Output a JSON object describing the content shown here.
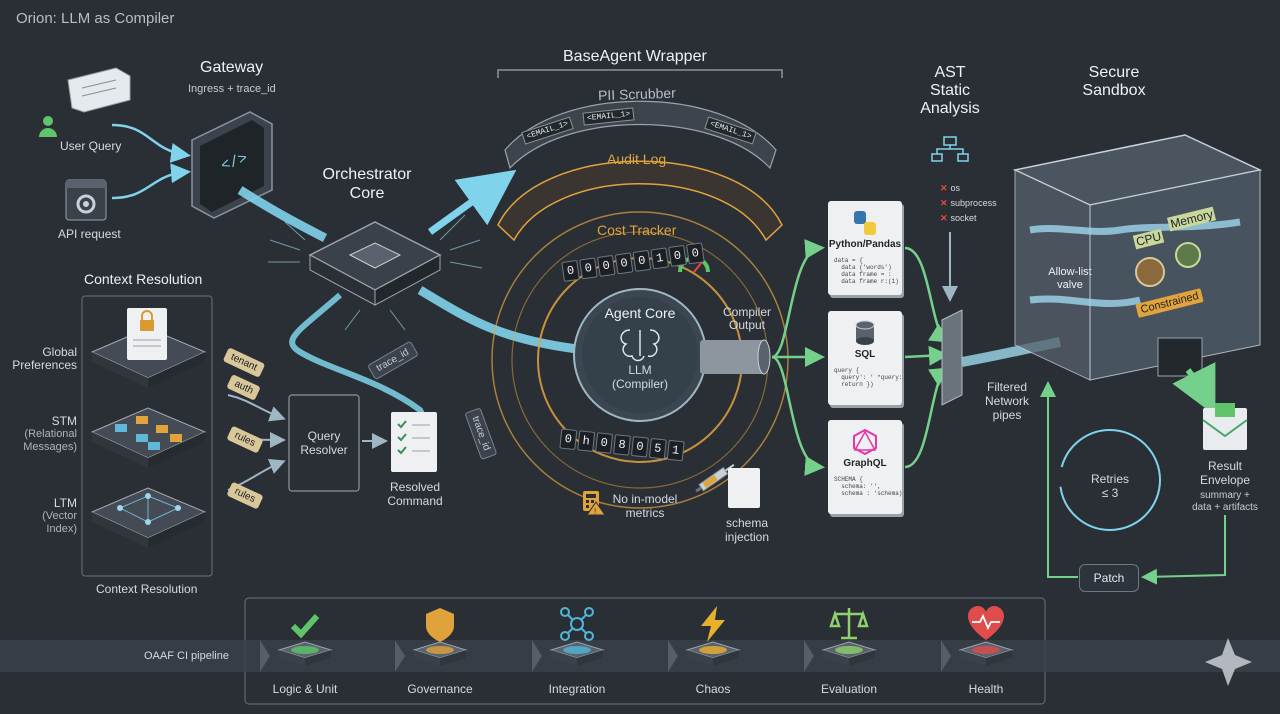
{
  "title": "Orion: LLM as Compiler",
  "gateway": {
    "title": "Gateway",
    "subtitle": "Ingress + trace_id",
    "code_glyph": "</>"
  },
  "inputs": {
    "user_query": "User Query",
    "api_request": "API request"
  },
  "orchestrator": {
    "title_line1": "Orchestrator",
    "title_line2": "Core"
  },
  "context_resolution": {
    "title": "Context Resolution",
    "footer": "Context Resolution",
    "layers": [
      {
        "label_line1": "Global",
        "label_line2": "Preferences",
        "detail_line1": "",
        "detail_line2": ""
      },
      {
        "label_line1": "STM",
        "label_line2": "",
        "detail_line1": "(Relational",
        "detail_line2": "Messages)"
      },
      {
        "label_line1": "LTM",
        "label_line2": "",
        "detail_line1": "(Vector",
        "detail_line2": "Index)"
      }
    ],
    "tags": [
      "tenant",
      "auth",
      "rules",
      "rules"
    ]
  },
  "query_resolver": {
    "line1": "Query",
    "line2": "Resolver"
  },
  "resolved_command": {
    "line1": "Resolved",
    "line2": "Command"
  },
  "trace_id_tags": [
    "trace_id",
    "trace_id"
  ],
  "wrapper": {
    "title": "BaseAgent Wrapper",
    "pii_scrubber": "PII Scrubber",
    "email_tokens": [
      "<EMAIL_1>",
      "<EMAIL_1>",
      "<EMAIL_1>"
    ],
    "audit_log": "Audit Log",
    "cost_tracker": "Cost Tracker",
    "counter_top": [
      "0",
      "0",
      "0",
      "0",
      "0",
      "1",
      "0",
      "0"
    ],
    "counter_bottom": [
      "0",
      "h",
      "0",
      "8",
      "0",
      "5",
      "1"
    ],
    "no_metrics_line1": "No in-model",
    "no_metrics_line2": "metrics",
    "schema_injection_line1": "schema",
    "schema_injection_line2": "injection"
  },
  "agent_core": {
    "title": "Agent Core",
    "llm": "LLM",
    "compiler": "(Compiler)",
    "output_line1": "Compiler",
    "output_line2": "Output"
  },
  "outputs": [
    {
      "title": "Python/Pandas",
      "code": "data = {\n  data ('words')\n  data frame = :\n  data frame r:(1)"
    },
    {
      "title": "SQL",
      "code": "query {\n  query': ' *query:\n  return })"
    },
    {
      "title": "GraphQL",
      "code": "SCHEMA {\n  schema: '',\n  schema : 'schema)"
    }
  ],
  "ast": {
    "title_line1": "AST",
    "title_line2": "Static",
    "title_line3": "Analysis",
    "blocked": [
      "os",
      "subprocess",
      "socket"
    ]
  },
  "filtered_pipes": {
    "line1": "Filtered",
    "line2": "Network",
    "line3": "pipes"
  },
  "sandbox": {
    "title_line1": "Secure",
    "title_line2": "Sandbox",
    "cpu": "CPU",
    "memory": "Memory",
    "allow_list_line1": "Allow-list",
    "allow_list_line2": "valve",
    "constrained": "Constrained"
  },
  "result": {
    "line1": "Result",
    "line2": "Envelope",
    "detail_line1": "summary +",
    "detail_line2": "data + artifacts"
  },
  "retries": {
    "line1": "Retries",
    "line2": "≤ 3"
  },
  "patch": "Patch",
  "pipeline": {
    "label": "OAAF CI pipeline",
    "stages": [
      {
        "label": "Logic & Unit",
        "icon": "check-icon",
        "color": "#5fc46a"
      },
      {
        "label": "Governance",
        "icon": "shield-icon",
        "color": "#e0a23a"
      },
      {
        "label": "Integration",
        "icon": "network-icon",
        "color": "#4fb6d8"
      },
      {
        "label": "Chaos",
        "icon": "lightning-icon",
        "color": "#e8b12c"
      },
      {
        "label": "Evaluation",
        "icon": "scale-icon",
        "color": "#8fd16a"
      },
      {
        "label": "Health",
        "icon": "heart-icon",
        "color": "#e04b4b"
      }
    ]
  },
  "colors": {
    "flow": "#7fd3ea",
    "accent": "#e1a33c",
    "green": "#74d08a",
    "bg": "#2a2f36"
  }
}
